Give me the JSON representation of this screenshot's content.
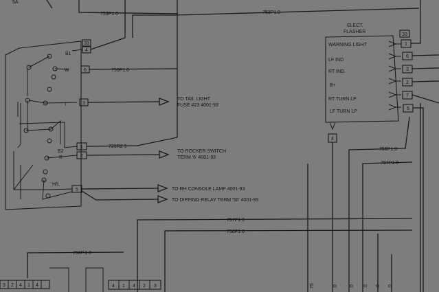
{
  "wires": {
    "top_right_a": "753P1.0",
    "top_right_b": "753P1.0",
    "w_750": "750P1.0",
    "w_720": "720R2 5",
    "w_756_right": "756P1.0",
    "w_757_right": "757P1.0",
    "w_757_mid": "757P1 0",
    "w_756_mid": "756P1 0",
    "w_756_left": "756P.1.0",
    "w_75_vert": "75",
    "vert_labels": [
      ".0",
      ".0",
      ".0",
      ".0",
      ".0"
    ]
  },
  "switch_block": {
    "label_b1": "B1",
    "label_w": "W",
    "label_t": "T",
    "label_b2": "B2",
    "label_r": "R",
    "label_hl": "H/L",
    "pins": [
      "33",
      "4",
      "6",
      "3",
      "1",
      "2",
      "5"
    ]
  },
  "destinations": {
    "tail_light_1": "TO TAIL LIGHT",
    "tail_light_2": "FUSE #23 4001-93",
    "rocker_1": "TO ROCKER SWITCH",
    "rocker_2": "TERM '6' 4001-93",
    "rh_console": "TO RH CONSOLE LAMP 4001-93",
    "dipping_relay": "TO DIPPING RELAY TERM '56' 4001-93"
  },
  "flasher": {
    "title_1": "ELECT.",
    "title_2": "FLASHER",
    "header_pin": "33",
    "terminals": [
      "WARNING LIGHT",
      "LF IND",
      "RT IND.",
      "B+",
      "RT TURN LP",
      "LF TURN LP"
    ],
    "pins": [
      "1",
      "6",
      "3",
      "2",
      "7",
      "5"
    ],
    "bottom_pin": "4"
  },
  "bottom_connectors": {
    "left": [
      "3",
      "2",
      "4",
      "1",
      "4"
    ],
    "middle": [
      "4",
      "1",
      "4",
      "2",
      "3"
    ]
  },
  "top_fragment": "5A"
}
